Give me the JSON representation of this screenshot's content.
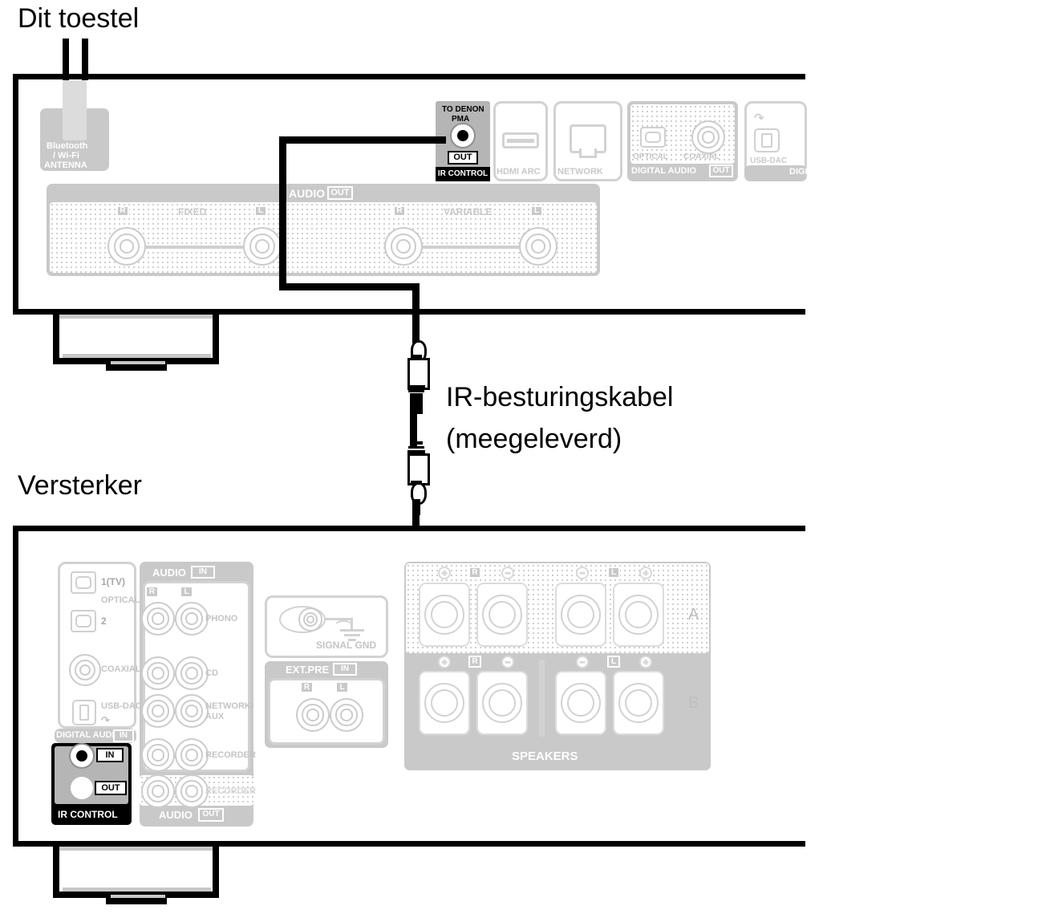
{
  "diagram": {
    "title_top": "Dit toestel",
    "title_bottom": "Versterker",
    "cable_label_line1": "IR-besturingskabel",
    "cable_label_line2": "(meegeleverd)",
    "cable_color": "#000000",
    "panel_grey": "#c9c9c9",
    "module_outline": "#d2d2d2"
  },
  "top_device": {
    "name": "Dit toestel",
    "antenna": {
      "label_line1": "Bluetooth",
      "label_line2": "/ Wi-Fi",
      "label_line3": "ANTENNA"
    },
    "ir_control": {
      "caption": "IR CONTROL",
      "jack_title_line1": "TO DENON",
      "jack_title_line2": "PMA",
      "jack_badge": "OUT"
    },
    "hdmi": {
      "caption": "HDMI ARC"
    },
    "network": {
      "caption": "NETWORK"
    },
    "digital_audio": {
      "caption": "DIGITAL AUDIO",
      "badge": "OUT",
      "optical_label": "OPTICAL",
      "coaxial_label": "COAXIAL"
    },
    "usb_dac": {
      "caption": "USB-DAC",
      "group_caption": "DIGITAL AUDIO"
    },
    "audio_out": {
      "caption": "AUDIO",
      "badge": "OUT",
      "groups": [
        {
          "name": "FIXED",
          "right": "R",
          "left": "L"
        },
        {
          "name": "VARIABLE",
          "right": "R",
          "left": "L"
        }
      ]
    }
  },
  "bottom_device": {
    "name": "Versterker",
    "digital_audio_in": {
      "caption": "DIGITAL AUDIO",
      "badge": "IN",
      "optical_label": "OPTICAL",
      "optical_1": "1(TV)",
      "optical_2": "2",
      "coaxial_label": "COAXIAL",
      "usb_label": "USB-DAC"
    },
    "ir_control": {
      "caption": "IR CONTROL",
      "in_badge": "IN",
      "out_badge": "OUT"
    },
    "audio_in": {
      "caption": "AUDIO",
      "badge": "IN",
      "right": "R",
      "left": "L",
      "rows": [
        "PHONO",
        "CD",
        "NETWORK/\nAUX",
        "RECORDER"
      ]
    },
    "audio_out": {
      "caption": "AUDIO",
      "badge": "OUT",
      "row": "RECORDER"
    },
    "signal_gnd": {
      "caption": "SIGNAL GND"
    },
    "ext_pre": {
      "caption": "EXT.PRE",
      "badge": "IN",
      "right": "R",
      "left": "L"
    },
    "speakers": {
      "caption": "SPEAKERS",
      "row_a": "A",
      "row_b": "B",
      "right": "R",
      "left": "L",
      "plus": "+",
      "minus": "−"
    }
  }
}
